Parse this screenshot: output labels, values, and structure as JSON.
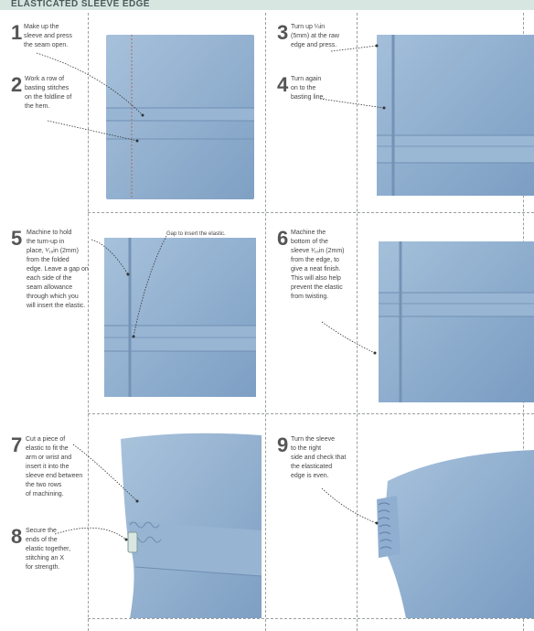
{
  "header": {
    "title": "ELASTICATED SLEEVE EDGE"
  },
  "steps": [
    {
      "number": "1",
      "text": "Make up the\nsleeve and press\nthe seam open."
    },
    {
      "number": "2",
      "text": "Work a row of\nbasting stitches\non the foldline of\nthe hem."
    },
    {
      "number": "3",
      "text": "Turn up ¼in\n(5mm) at the raw\nedge and press."
    },
    {
      "number": "4",
      "text": "Turn again\non to the\nbasting line."
    },
    {
      "number": "5",
      "text": "Machine to hold\nthe turn-up in\nplace, ¹⁄₁₆in (2mm)\nfrom the folded\nedge. Leave a gap on\neach side of the\nseam allowance\nthrough which you\nwill insert the elastic."
    },
    {
      "number": "6",
      "text": "Machine the\nbottom of the\nsleeve ¹⁄₁₆in (2mm)\nfrom the edge, to\ngive a neat finish.\nThis will also help\nprevent the elastic\nfrom twisting."
    },
    {
      "number": "7",
      "text": "Cut a piece of\nelastic to fit the\narm or wrist and\ninsert it into the\nsleeve end between\nthe two rows\nof machining."
    },
    {
      "number": "8",
      "text": "Secure the\nends of the\nelastic together,\nstitching an X\nfor strength."
    },
    {
      "number": "9",
      "text": "Turn the sleeve\nto the right\nside and check that\nthe elasticated\nedge is even."
    }
  ],
  "callouts": {
    "gap": "Gap to insert the elastic."
  },
  "colors": {
    "fabric": "#8fb0d0",
    "fabric_dark": "#6f93b8",
    "header_bg": "#d8e6e2",
    "guide": "#9aa0a0"
  }
}
